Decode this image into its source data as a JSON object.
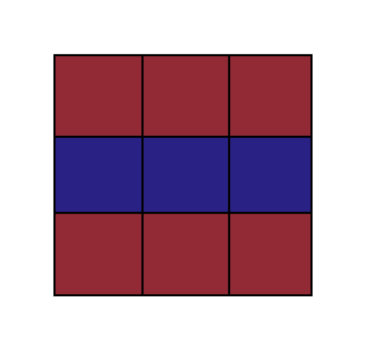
{
  "grid": {
    "rows": 3,
    "columns": 3,
    "cells": [
      [
        "red",
        "red",
        "red"
      ],
      [
        "blue",
        "blue",
        "blue"
      ],
      [
        "red",
        "red",
        "red"
      ]
    ]
  },
  "colors": {
    "red": "#922a35",
    "blue": "#2a2185",
    "border": "#000000",
    "background": "#ffffff"
  }
}
